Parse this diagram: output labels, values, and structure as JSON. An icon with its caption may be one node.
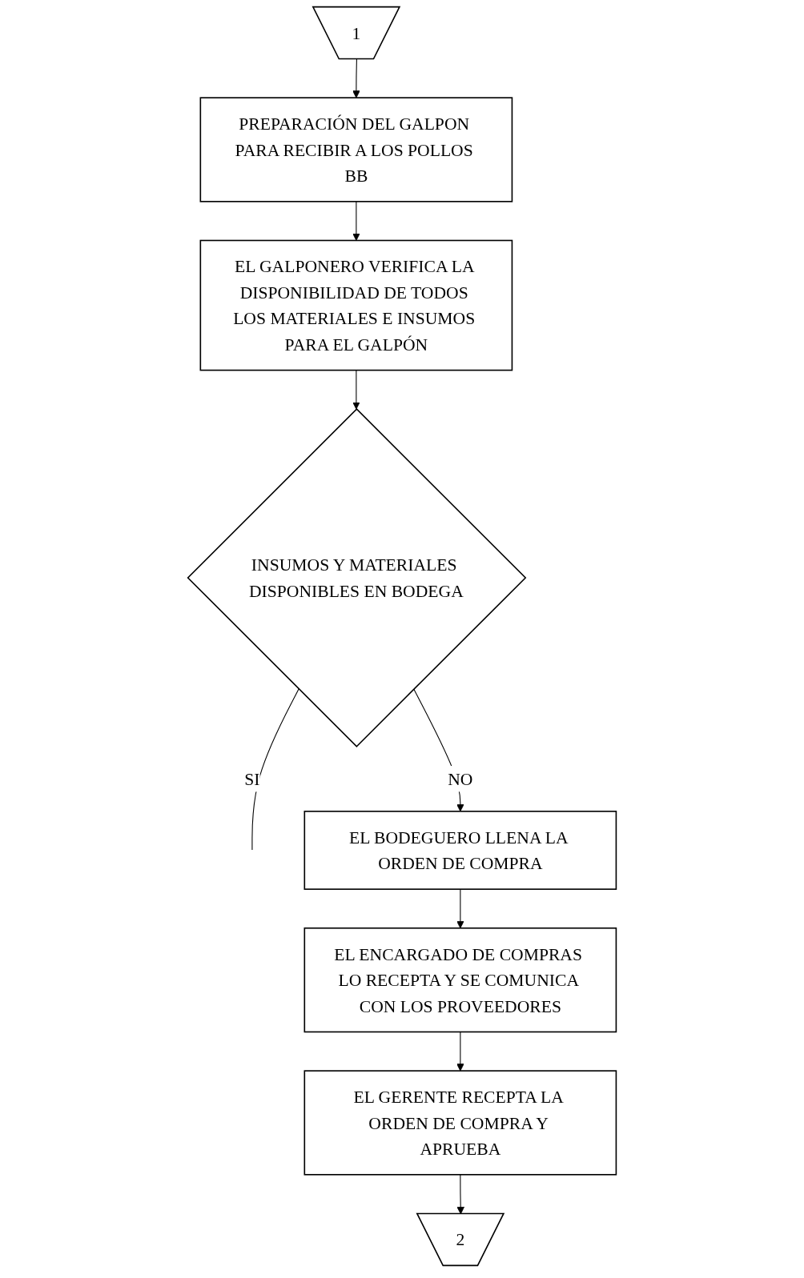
{
  "diagram": {
    "nodes": [
      {
        "text": [
          "1"
        ]
      },
      {
        "text": [
          "PREPARACIÓN DEL GALPON PARA RECIBIR A LOS POLLOS BB"
        ]
      },
      {
        "text": [
          "EL GALPONERO VERIFICA LA DISPONIBILIDAD DE TODOS LOS MATERIALES E INSUMOS PARA EL GALPÓN"
        ]
      },
      {
        "text": [
          "INSUMOS Y MATERIALES DISPONIBLES EN BODEGA"
        ]
      },
      {
        "text": [
          "EL BODEGUERO LLENA LA ORDEN DE COMPRA"
        ]
      },
      {
        "text": [
          "EL ENCARGADO DE COMPRAS LO RECEPTA Y SE COMUNICA CON LOS PROVEEDORES"
        ]
      },
      {
        "text": [
          "EL GERENTE RECEPTA LA ORDEN DE COMPRA Y APRUEBA"
        ]
      },
      {
        "text": [
          "2"
        ]
      }
    ],
    "edges": [
      {
        "from": 0,
        "to": 1,
        "arrow": "to"
      },
      {
        "from": 1,
        "to": 2,
        "arrow": "to"
      },
      {
        "from": 2,
        "to": 3,
        "arrow": "to"
      },
      {
        "from": 3,
        "to": 4,
        "label": "NO",
        "arrow": "to"
      },
      {
        "from": 4,
        "to": 5,
        "arrow": "to"
      },
      {
        "from": 5,
        "to": 6,
        "arrow": "to"
      },
      {
        "from": 6,
        "to": 7,
        "arrow": "to"
      },
      {
        "from": 3,
        "to": null,
        "label": "SI",
        "arrow": "none"
      }
    ]
  }
}
